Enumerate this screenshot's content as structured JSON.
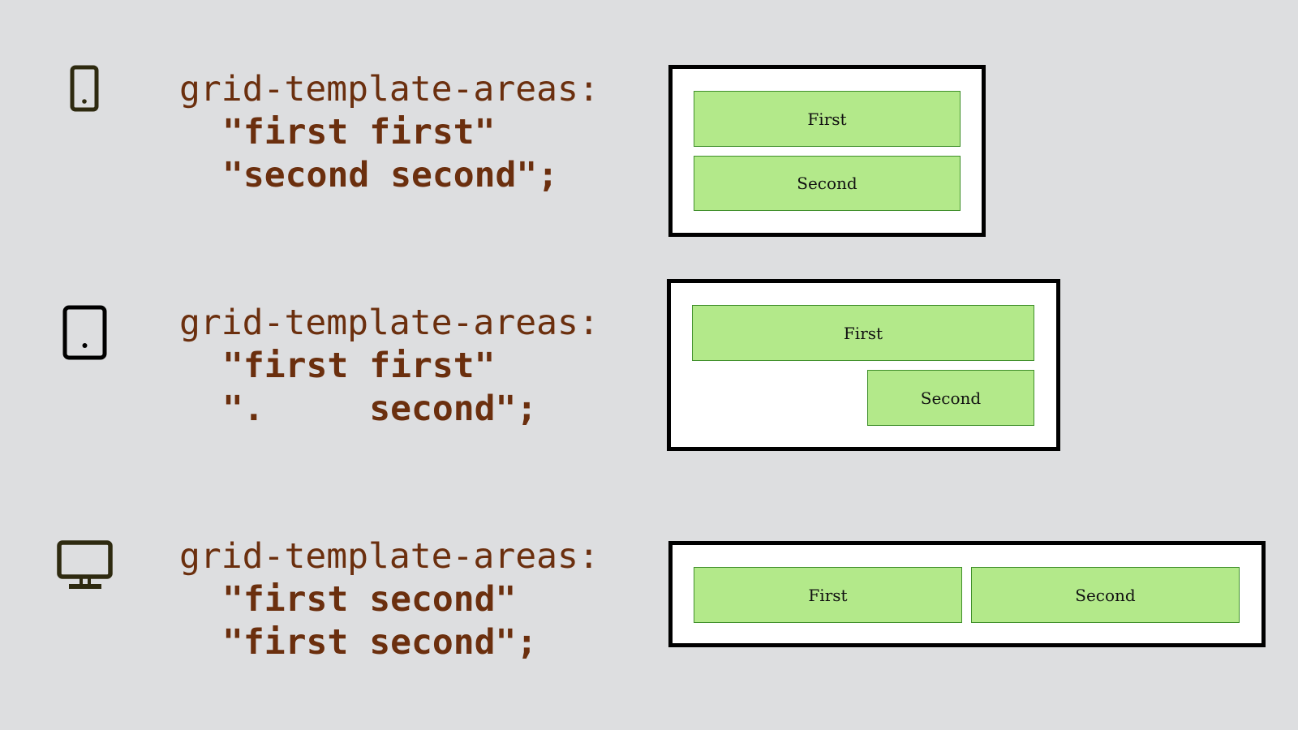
{
  "colors": {
    "background": "#dddee0",
    "code_text": "#6b2f0e",
    "icon": "#2e2a10",
    "cell_fill": "#b3e98a",
    "cell_border": "#3f8f2a",
    "frame_border": "#000000"
  },
  "rows": [
    {
      "device": "phone-icon",
      "code": {
        "property": "grid-template-areas:",
        "line1": "\"first first\"",
        "line2": "\"second second\";"
      },
      "cells": [
        "First",
        "Second"
      ]
    },
    {
      "device": "tablet-icon",
      "code": {
        "property": "grid-template-areas:",
        "line1": "\"first first\"",
        "line2": "\".     second\";"
      },
      "cells": [
        "First",
        "Second"
      ]
    },
    {
      "device": "desktop-icon",
      "code": {
        "property": "grid-template-areas:",
        "line1": "\"first second\"",
        "line2": "\"first second\";"
      },
      "cells": [
        "First",
        "Second"
      ]
    }
  ]
}
